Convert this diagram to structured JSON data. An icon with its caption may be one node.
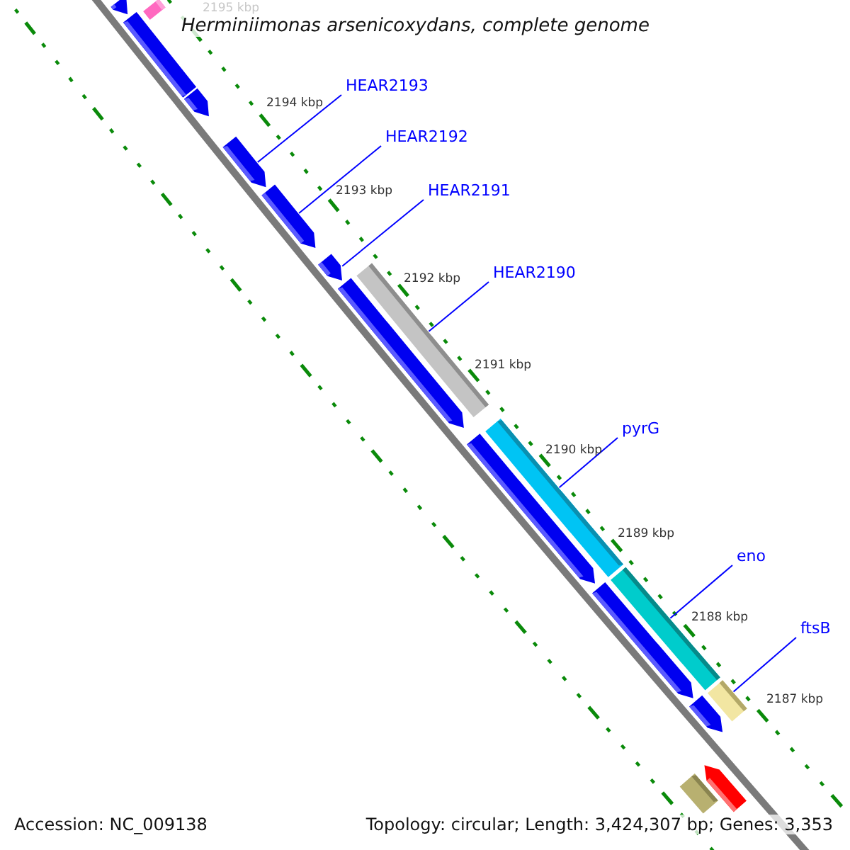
{
  "diagram": {
    "title": "Herminiimonas arsenicoxydans, complete genome",
    "nodes": [
      {
        "text": [
          "HEAR2193"
        ]
      },
      {
        "text": [
          "HEAR2192"
        ]
      },
      {
        "text": [
          "HEAR2191"
        ]
      },
      {
        "text": [
          "HEAR2190"
        ]
      },
      {
        "text": [
          "pyrG"
        ]
      },
      {
        "text": [
          "eno"
        ]
      },
      {
        "text": [
          "ftsB"
        ]
      },
      {
        "text": [],
        "shape": "bar"
      },
      {
        "text": [],
        "shape": "arrow"
      },
      {
        "text": [],
        "shape": "bar"
      },
      {
        "text": [],
        "shape": "arrow"
      },
      {
        "text": [],
        "shape": "arrow"
      },
      {
        "text": [],
        "shape": "arrow"
      },
      {
        "text": [],
        "shape": "arrow"
      },
      {
        "text": [],
        "shape": "arrow"
      },
      {
        "text": [],
        "shape": "bar"
      },
      {
        "text": [],
        "shape": "arrow"
      },
      {
        "text": [],
        "shape": "bar"
      },
      {
        "text": [],
        "shape": "arrow"
      },
      {
        "text": [],
        "shape": "bar"
      },
      {
        "text": [],
        "shape": "arrow"
      },
      {
        "text": [],
        "shape": "bar"
      },
      {
        "text": [],
        "shape": "arrow"
      },
      {
        "text": [],
        "shape": "bar"
      }
    ],
    "edges": [
      {
        "from": 0,
        "to": 11,
        "arrow": "none"
      },
      {
        "from": 1,
        "to": 12,
        "arrow": "none"
      },
      {
        "from": 2,
        "to": 13,
        "arrow": "none"
      },
      {
        "from": 3,
        "to": 15,
        "arrow": "none"
      },
      {
        "from": 4,
        "to": 17,
        "arrow": "none"
      },
      {
        "from": 5,
        "to": 19,
        "arrow": "none"
      },
      {
        "from": 6,
        "to": 21,
        "arrow": "none"
      }
    ],
    "labels": [
      "2195 kbp",
      "2194 kbp",
      "2193 kbp",
      "2192 kbp",
      "2191 kbp",
      "2190 kbp",
      "2189 kbp",
      "2188 kbp",
      "2187 kbp",
      "Accession: NC_009138",
      "Topology: circular; Length: 3,424,307 bp; Genes: 3,353"
    ]
  }
}
